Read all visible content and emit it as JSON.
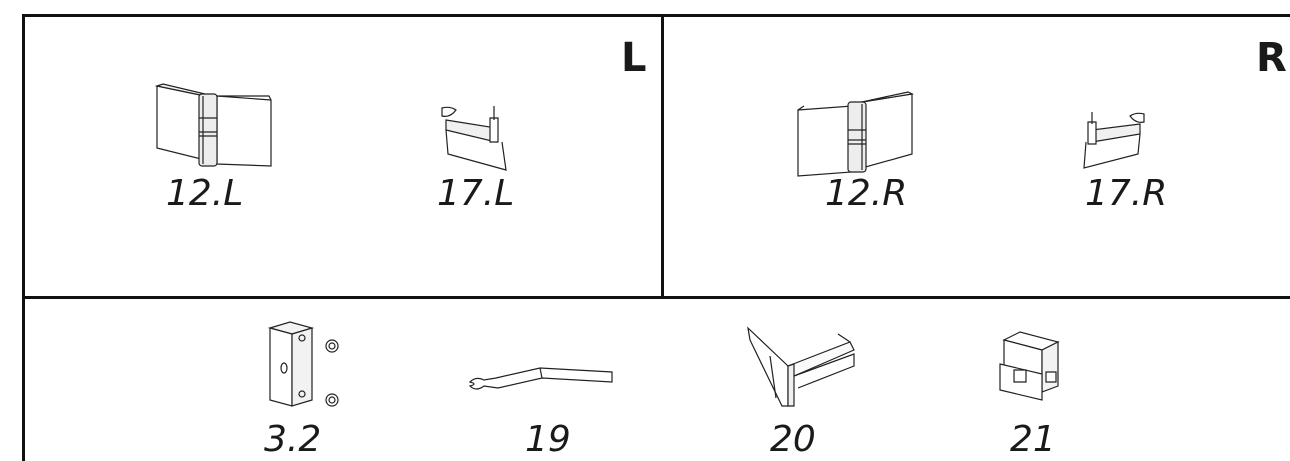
{
  "panels": {
    "left": {
      "letter": "L"
    },
    "right": {
      "letter": "R"
    }
  },
  "parts": {
    "hinge_left": "12.L",
    "bracket_left": "17.L",
    "hinge_right": "12.R",
    "bracket_right": "17.R",
    "block": "3.2",
    "wrench": "19",
    "stand": "20",
    "clip": "21"
  }
}
